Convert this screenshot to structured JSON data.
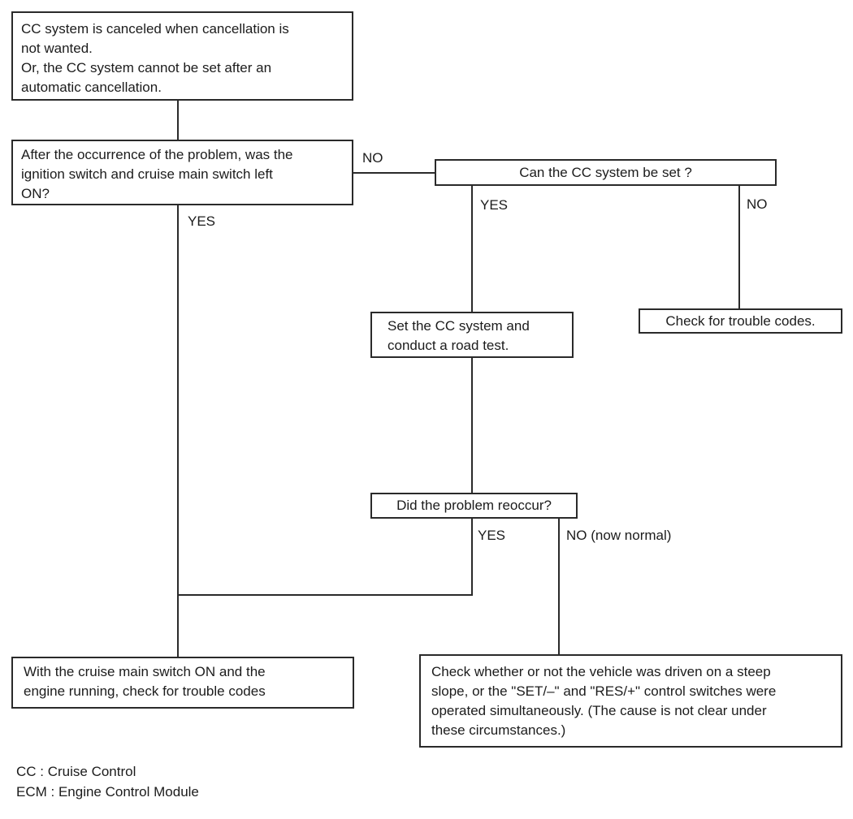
{
  "diagram": {
    "title": "CC system troubleshooting flowchart",
    "colors": {
      "line": "#2a2a2a",
      "background": "#ffffff",
      "text": "#1c1c1c"
    },
    "nodes": {
      "symptom": {
        "text": "CC system is canceled when cancellation is\nnot wanted.\nOr, the CC system cannot be set after an\nautomatic cancellation."
      },
      "q_switch_left_on": {
        "text": "After the occurrence of the problem, was the\nignition switch and cruise main switch left\nON?"
      },
      "q_can_set": {
        "text": "Can the CC system be set ?"
      },
      "set_road_test": {
        "text": "Set the CC system and\nconduct a road test."
      },
      "check_trouble_codes": {
        "text": "Check for trouble codes."
      },
      "q_problem_reoccur": {
        "text": "Did the problem reoccur?"
      },
      "main_switch_on_check": {
        "text": "With the cruise main switch ON and the\nengine running, check for trouble codes"
      },
      "check_steep_slope": {
        "text": "Check whether or not the vehicle was driven on a steep\nslope, or the \"SET/–\" and \"RES/+\" control switches were\noperated simultaneously. (The cause is not clear under\nthese circumstances.)"
      }
    },
    "edge_labels": {
      "no_to_can_set": "NO",
      "yes_from_q1": "YES",
      "yes_from_can_set": "YES",
      "no_from_can_set": "NO",
      "yes_from_reoccur": "YES",
      "no_from_reoccur": "NO (now normal)"
    },
    "legend": {
      "cc": "CC : Cruise Control",
      "ecm": "ECM : Engine Control Module"
    }
  }
}
